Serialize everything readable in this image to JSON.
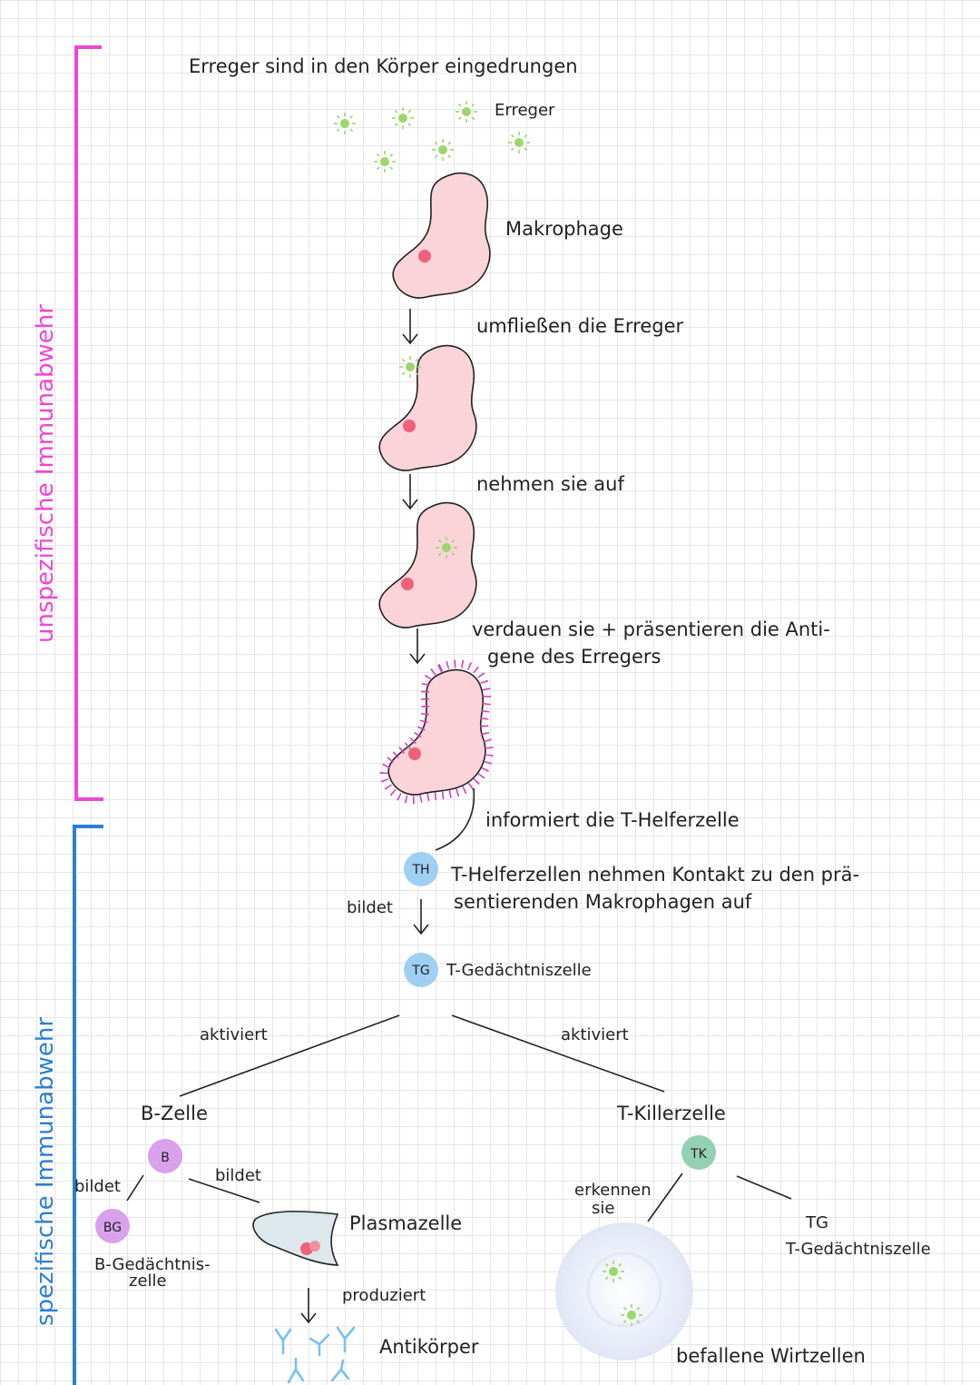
{
  "sections": {
    "unspecific": {
      "label": "unspezifische Immunabwehr",
      "color": "#ef45d6"
    },
    "specific": {
      "label": "spezifische Immunabwehr",
      "color": "#2a7fd6"
    }
  },
  "texts": {
    "title": "Erreger sind in den Körper eingedrungen",
    "pathogen_label": "Erreger",
    "macrophage_label": "Makrophage",
    "step1": "umfließen die Erreger",
    "step2": "nehmen sie auf",
    "step3_line1": "verdauen sie + präsentieren die Anti-",
    "step3_line2": "gene des Erregers",
    "informs": "informiert die T-Helferzelle",
    "th_line1": "T-Helferzellen nehmen Kontakt zu den prä-",
    "th_line2": "sentierenden Makrophagen auf",
    "bildet_th": "bildet",
    "tg_label": "T-Gedächtniszelle",
    "aktiviert_left": "aktiviert",
    "aktiviert_right": "aktiviert",
    "b_cell_label": "B-Zelle",
    "bildet_left": "bildet",
    "bildet_right": "bildet",
    "bg_label_line1": "B-Gedächtnis-",
    "bg_label_line2": "zelle",
    "plasma_label": "Plasmazelle",
    "produziert": "produziert",
    "antibodies": "Antikörper",
    "tk_label": "T-Killerzelle",
    "erkennen_line1": "erkennen",
    "erkennen_line2": "sie",
    "tg2_abbrev": "TG",
    "tg2_label": "T-Gedächtniszelle",
    "infected": "befallene Wirtzellen"
  },
  "cells": {
    "th": "TH",
    "tg": "TG",
    "b": "B",
    "bg": "BG",
    "tk": "TK"
  },
  "colors": {
    "macrophage_fill": "#fad4d9",
    "nucleus": "#f0607a",
    "pathogen": "#9ad86a",
    "blue_cell": "#9fd0f3",
    "purple_cell": "#d9a1ec",
    "green_cell": "#94d1b4",
    "antibody": "#79bff0",
    "antigen": "#d83fc8"
  }
}
